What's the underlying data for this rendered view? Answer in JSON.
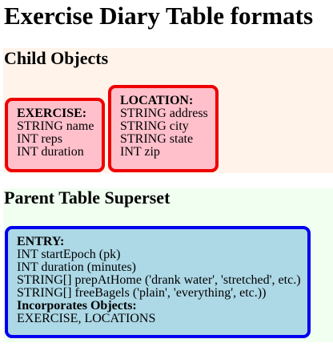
{
  "title": "Exercise Diary Table formats",
  "child_section": {
    "heading": "Child Objects",
    "exercise": {
      "label": "EXERCISE:",
      "fields": [
        "STRING name",
        "INT reps",
        "INT duration"
      ]
    },
    "location": {
      "label": "LOCATION:",
      "fields": [
        "STRING address",
        "STRING city",
        "STRING state",
        "INT zip"
      ]
    }
  },
  "parent_section": {
    "heading": "Parent Table Superset",
    "entry": {
      "label": "ENTRY:",
      "fields": [
        "INT startEpoch (pk)",
        "INT duration (minutes)",
        "STRING[] prepAtHome ('drank water', 'stretched', etc.)",
        "STRING[] freeBagels ('plain', 'everything', etc.))"
      ],
      "incorporates_label": "Incorporates Objects:",
      "incorporates_value": "EXERCISE, LOCATIONS"
    }
  },
  "colors": {
    "child_bg": "#fff3ea",
    "parent_bg": "#f0fff0",
    "child_box_fill": "#ffc0cb",
    "child_box_border": "#ee0000",
    "parent_box_fill": "#add8e6",
    "parent_box_border": "#0000ee"
  }
}
